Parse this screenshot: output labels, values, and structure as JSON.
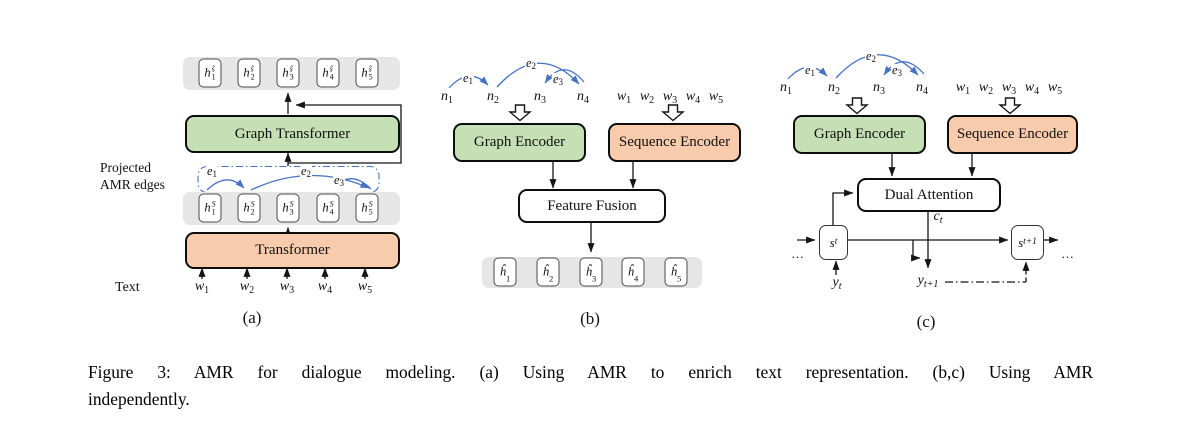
{
  "colors": {
    "accent_green": "#C5E0B4",
    "accent_orange": "#F8CBAD",
    "band_gray": "#E7E6E6",
    "edge_blue": "#4472C4",
    "line_black": "#151515"
  },
  "panel_a": {
    "caption": "(a)",
    "graph_transformer": "Graph Transformer",
    "transformer": "Transformer",
    "side_label": {
      "line1": "Projected",
      "line2": "AMR edges"
    },
    "text_label": "Text",
    "output_cells": [
      {
        "base": "h",
        "sup": "ŝ",
        "sub": "1"
      },
      {
        "base": "h",
        "sup": "ŝ",
        "sub": "2"
      },
      {
        "base": "h",
        "sup": "ŝ",
        "sub": "3"
      },
      {
        "base": "h",
        "sup": "ŝ",
        "sub": "4"
      },
      {
        "base": "h",
        "sup": "ŝ",
        "sub": "5"
      }
    ],
    "hidden_cells": [
      {
        "base": "h",
        "sup": "S",
        "sub": "1"
      },
      {
        "base": "h",
        "sup": "S",
        "sub": "2"
      },
      {
        "base": "h",
        "sup": "S",
        "sub": "3"
      },
      {
        "base": "h",
        "sup": "S",
        "sub": "4"
      },
      {
        "base": "h",
        "sup": "S",
        "sub": "5"
      }
    ],
    "edge_labels": [
      {
        "base": "e",
        "sub": "1"
      },
      {
        "base": "e",
        "sub": "2"
      },
      {
        "base": "e",
        "sub": "3"
      }
    ],
    "tokens": [
      {
        "base": "w",
        "sub": "1"
      },
      {
        "base": "w",
        "sub": "2"
      },
      {
        "base": "w",
        "sub": "3"
      },
      {
        "base": "w",
        "sub": "4"
      },
      {
        "base": "w",
        "sub": "5"
      }
    ]
  },
  "panel_b": {
    "caption": "(b)",
    "graph_encoder": "Graph Encoder",
    "sequence_encoder": "Sequence Encoder",
    "feature_fusion": "Feature Fusion",
    "nodes": [
      {
        "base": "n",
        "sub": "1"
      },
      {
        "base": "n",
        "sub": "2"
      },
      {
        "base": "n",
        "sub": "3"
      },
      {
        "base": "n",
        "sub": "4"
      }
    ],
    "edge_labels": [
      {
        "base": "e",
        "sub": "1"
      },
      {
        "base": "e",
        "sub": "2"
      },
      {
        "base": "e",
        "sub": "3"
      }
    ],
    "tokens": [
      {
        "base": "w",
        "sub": "1"
      },
      {
        "base": "w",
        "sub": "2"
      },
      {
        "base": "w",
        "sub": "3"
      },
      {
        "base": "w",
        "sub": "4"
      },
      {
        "base": "w",
        "sub": "5"
      }
    ],
    "output_cells": [
      {
        "base": "ĥ",
        "sub": "1"
      },
      {
        "base": "ĥ",
        "sub": "2"
      },
      {
        "base": "ĥ",
        "sub": "3"
      },
      {
        "base": "ĥ",
        "sub": "4"
      },
      {
        "base": "ĥ",
        "sub": "5"
      }
    ]
  },
  "panel_c": {
    "caption": "(c)",
    "graph_encoder": "Graph Encoder",
    "sequence_encoder": "Sequence Encoder",
    "dual_attention": "Dual Attention",
    "nodes": [
      {
        "base": "n",
        "sub": "1"
      },
      {
        "base": "n",
        "sub": "2"
      },
      {
        "base": "n",
        "sub": "3"
      },
      {
        "base": "n",
        "sub": "4"
      }
    ],
    "edge_labels": [
      {
        "base": "e",
        "sub": "1"
      },
      {
        "base": "e",
        "sub": "2"
      },
      {
        "base": "e",
        "sub": "3"
      }
    ],
    "tokens": [
      {
        "base": "w",
        "sub": "1"
      },
      {
        "base": "w",
        "sub": "2"
      },
      {
        "base": "w",
        "sub": "3"
      },
      {
        "base": "w",
        "sub": "4"
      },
      {
        "base": "w",
        "sub": "5"
      }
    ],
    "state_prev": {
      "base": "s",
      "sub": "t"
    },
    "state_next": {
      "base": "s",
      "sub": "t+1"
    },
    "context": {
      "base": "c",
      "sub": "t"
    },
    "input_token": {
      "base": "y",
      "sub": "t"
    },
    "output_token": {
      "base": "y",
      "sub": "t+1"
    },
    "ellipsis_left": "...",
    "ellipsis_right": "..."
  },
  "caption": {
    "line1": "Figure 3: AMR for dialogue modeling. (a) Using AMR to enrich text representation. (b,c) Using AMR",
    "line2": "independently."
  }
}
